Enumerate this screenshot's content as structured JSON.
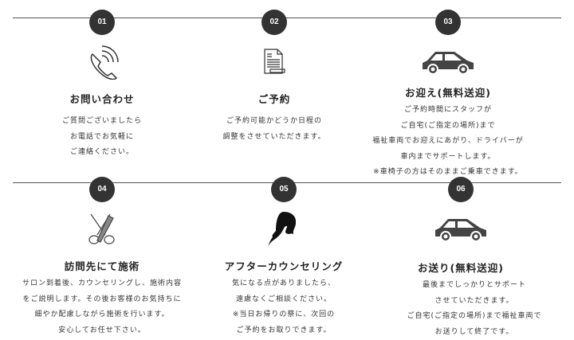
{
  "steps": [
    {
      "number": "01",
      "icon": "phone-icon",
      "title": "お問い合わせ",
      "lines": [
        "ご質問ございましたら",
        "お電話でお気軽に",
        "ご連絡ください。"
      ]
    },
    {
      "number": "02",
      "icon": "document-icon",
      "title": "ご予約",
      "lines": [
        "ご予約可能かどうか日程の",
        "調整をさせていただきます。"
      ]
    },
    {
      "number": "03",
      "icon": "car-icon",
      "title": "お迎え(無料送迎)",
      "lines": [
        "ご予約時間にスタッフが",
        "ご自宅(ご指定の場所)まで",
        "福祉車両でお迎えにあがり、ドライバーが",
        "車内までサポートします。",
        "※車椅子の方はそのままご乗車できます。"
      ]
    },
    {
      "number": "04",
      "icon": "scissors-comb-icon",
      "title": "訪問先にて施術",
      "lines": [
        "サロン到着後、カウンセリングし、施術内容",
        "をご説明します。その後お客様のお気持ちに",
        "細やか配慮しながら施術を行います。",
        "安心してお任せ下さい。"
      ]
    },
    {
      "number": "05",
      "icon": "woman-silhouette-icon",
      "title": "アフターカウンセリング",
      "lines": [
        "気になる点がありましたら、",
        "遠慮なくご相談ください。",
        "※当日お帰りの祭に、次回の",
        "ご予約をお取りできます。"
      ]
    },
    {
      "number": "06",
      "icon": "car-icon",
      "title": "お送り(無料送迎)",
      "lines": [
        "最後までしっかりとサポート",
        "させていただきます。",
        "ご自宅(ご指定の場所)まで福祉車両で",
        "お送りして終了です。"
      ]
    }
  ]
}
